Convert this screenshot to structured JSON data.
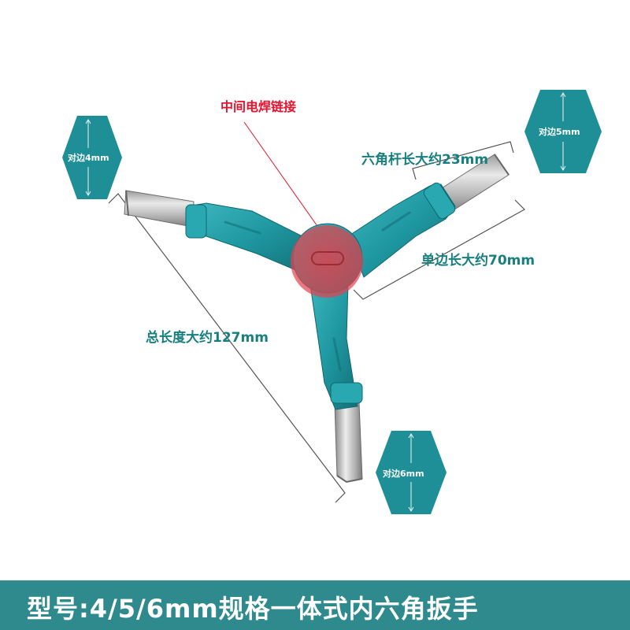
{
  "labels": {
    "weld": "中间电焊链接",
    "rod_length": "六角杆长大约23mm",
    "side_length": "单边长大约70mm",
    "total_length": "总长度大约127mm"
  },
  "hex_badges": {
    "left": "对边4mm",
    "right": "对边5mm",
    "bottom": "对边6mm"
  },
  "banner": {
    "text": "型号:4/5/6mm规格一体式内六角扳手"
  },
  "colors": {
    "teal": "#1f8f97",
    "weld_red": "#e8122d",
    "banner": "#2e8a8d"
  }
}
